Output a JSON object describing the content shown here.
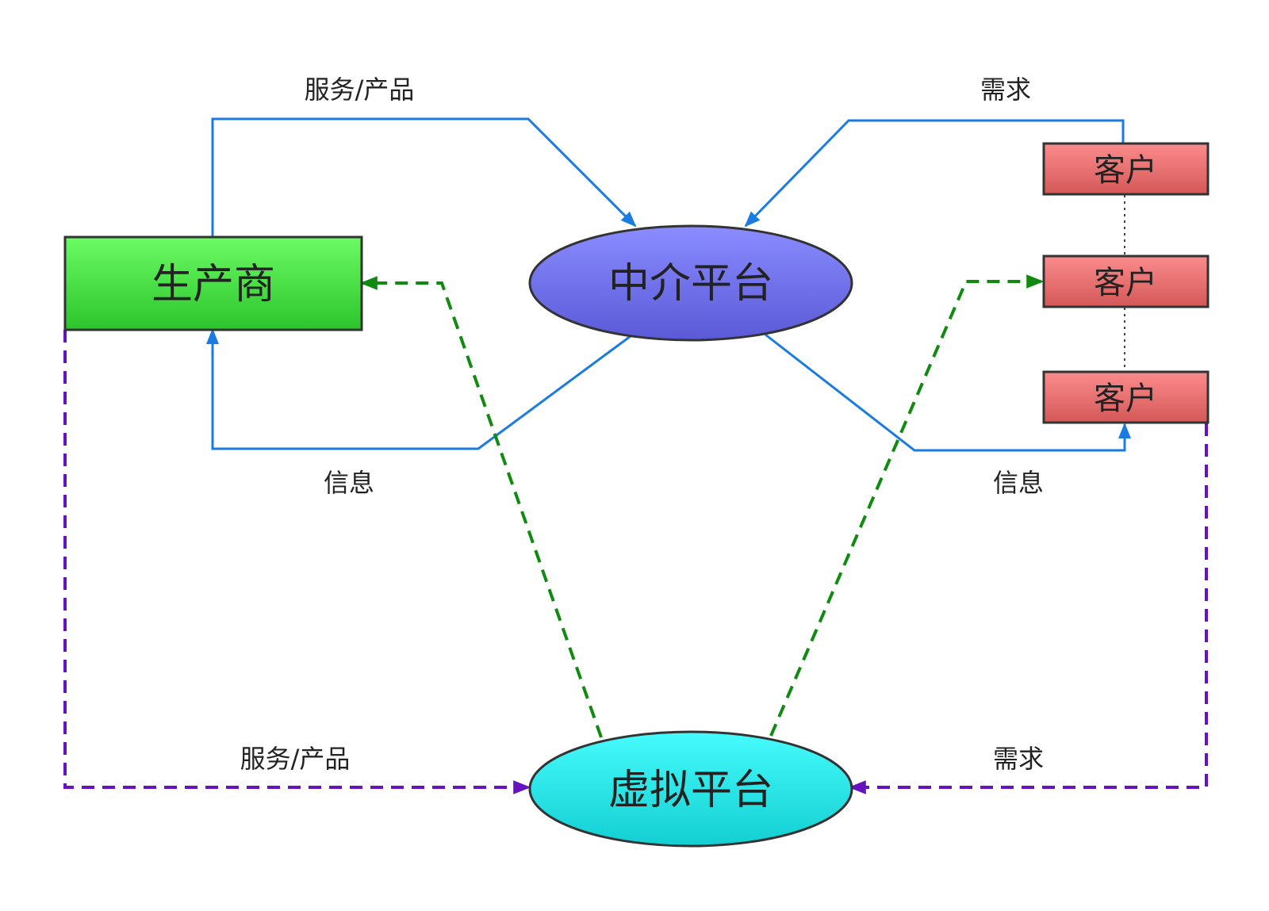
{
  "nodes": {
    "producer": {
      "label": "生产商"
    },
    "intermediary": {
      "label": "中介平台"
    },
    "virtual": {
      "label": "虚拟平台"
    },
    "customers": [
      {
        "label": "客户"
      },
      {
        "label": "客户"
      },
      {
        "label": "客户"
      }
    ]
  },
  "edge_labels": {
    "producer_to_intermediary": "服务/产品",
    "customer_to_intermediary": "需求",
    "intermediary_to_producer": "信息",
    "intermediary_to_customer": "信息",
    "producer_to_virtual": "服务/产品",
    "customer_to_virtual": "需求"
  },
  "colors": {
    "blue_edge": "#1a7be0",
    "green_edge": "#118a11",
    "purple_edge": "#6612bf",
    "producer_fill_top": "#6cfb64",
    "producer_fill_bottom": "#2cc42c",
    "intermediary_fill_top": "#8a8cff",
    "intermediary_fill_bottom": "#5a5ad8",
    "virtual_fill_top": "#46fbfb",
    "virtual_fill_bottom": "#13cfd2",
    "customer_fill_top": "#fb8c8c",
    "customer_fill_bottom": "#d45858",
    "outline": "#333333"
  }
}
